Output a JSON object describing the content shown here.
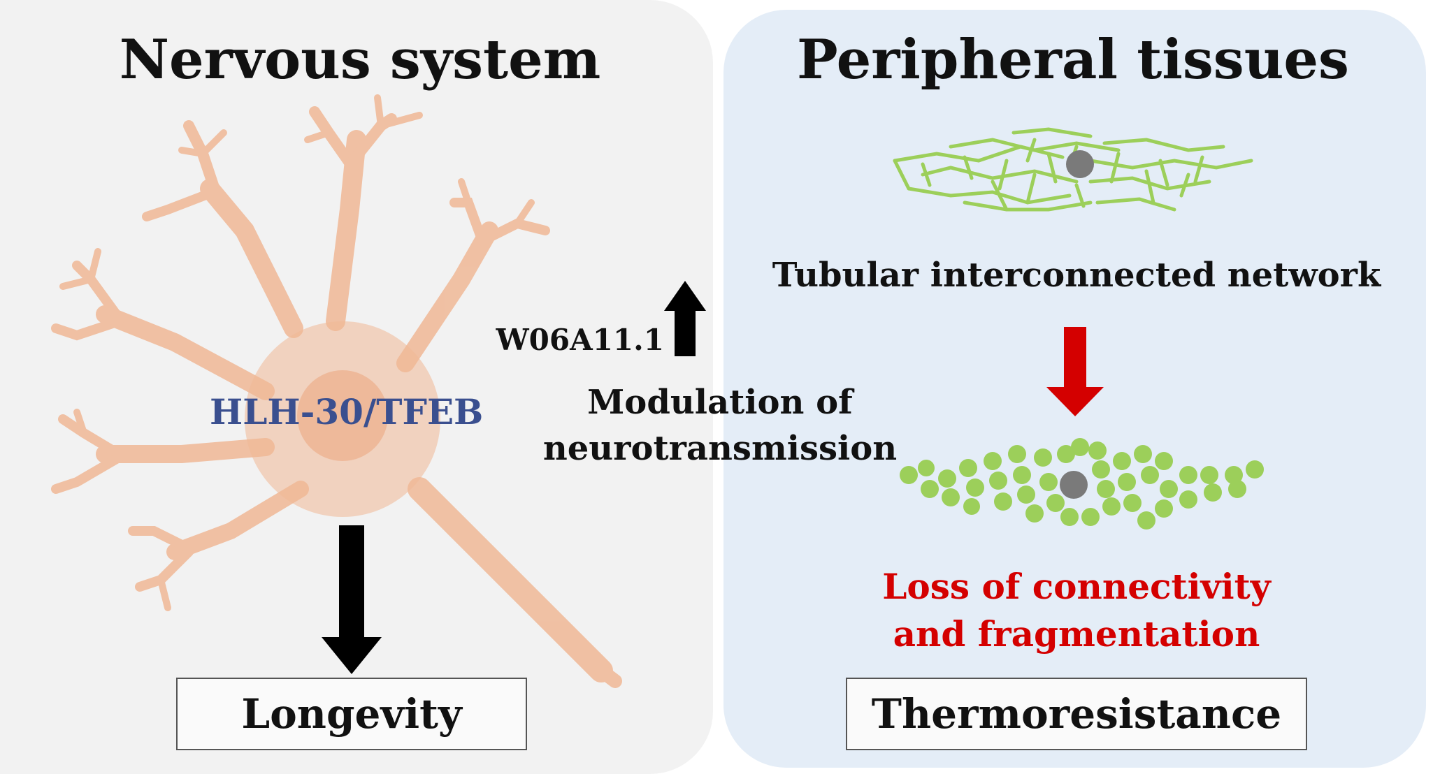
{
  "panels": {
    "left_title": "Nervous system",
    "right_title": "Peripheral tissues"
  },
  "labels": {
    "neuron_factor": "HLH-30/TFEB",
    "gene": "W06A11.1",
    "modulation_line1": "Modulation of",
    "modulation_line2": "neurotransmission",
    "network": "Tubular interconnected network",
    "loss_line1": "Loss of connectivity",
    "loss_line2": "and fragmentation"
  },
  "outcomes": {
    "left": "Longevity",
    "right": "Thermoresistance"
  },
  "colors": {
    "left_panel_bg": "#f2f2f2",
    "right_panel_bg": "#e4edf7",
    "neuron": "#f0b896",
    "factor_text": "#3a4f8f",
    "mitochondria": "#9ccf5a",
    "nucleus": "#7a7a7a",
    "loss_text": "#d40000",
    "red_arrow": "#d40000",
    "black_arrow": "#000000"
  }
}
